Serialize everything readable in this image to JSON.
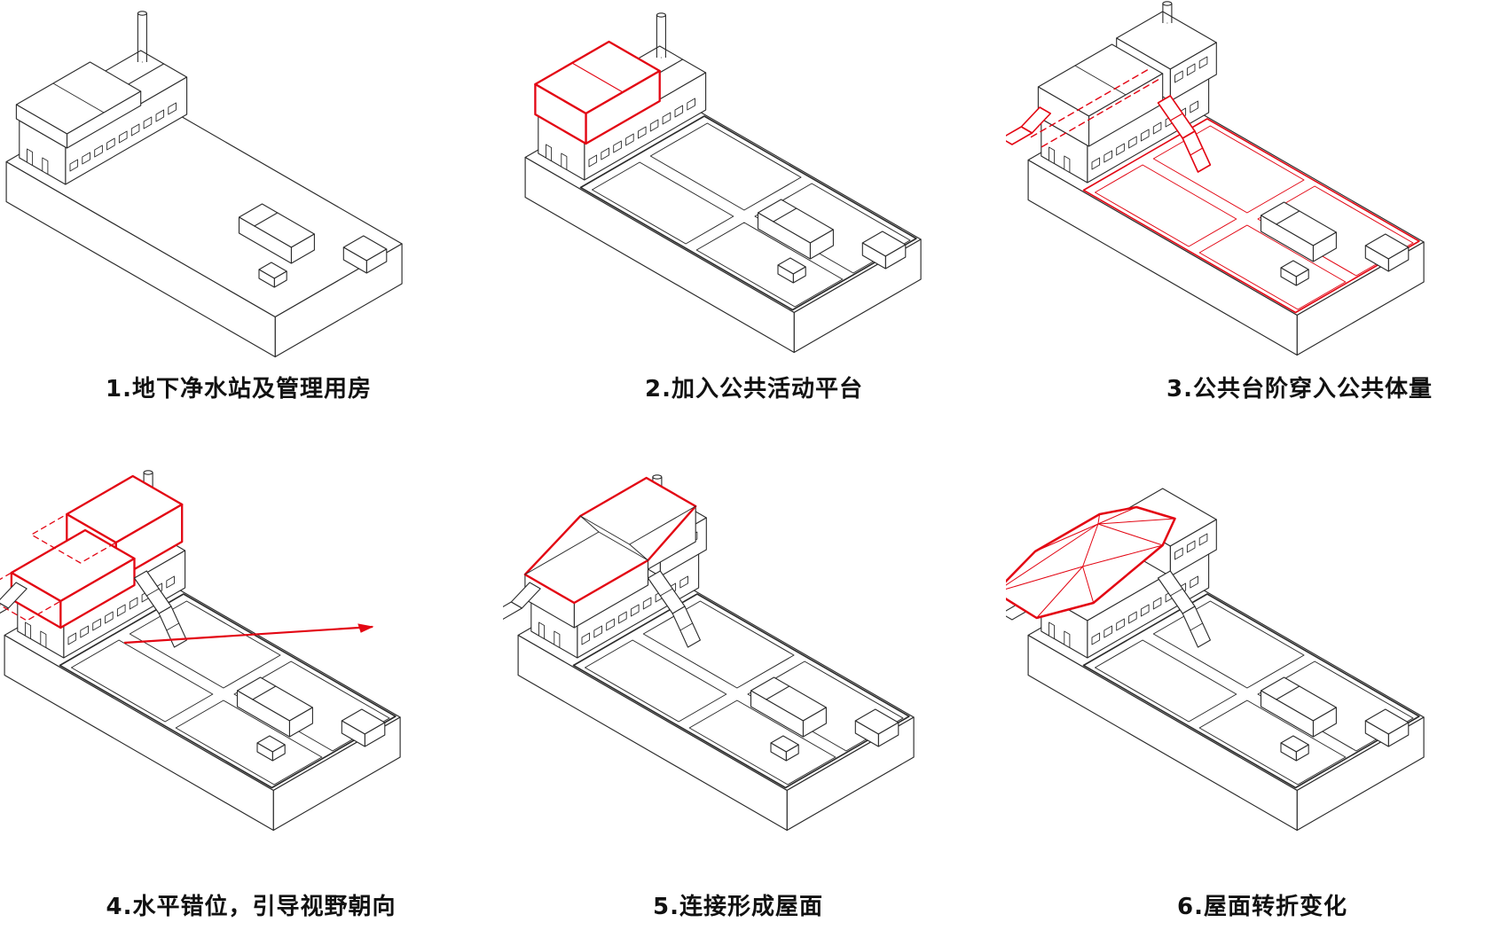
{
  "page": {
    "background": "#ffffff"
  },
  "colors": {
    "line": "#2b2b2b",
    "accent_red": "#e30613",
    "caption_color": "#111111",
    "face_fill": "#ffffff"
  },
  "steps": [
    {
      "num": "1",
      "caption": "1.地下净水站及管理用房"
    },
    {
      "num": "2",
      "caption": "2.加入公共活动平台"
    },
    {
      "num": "3",
      "caption": "3.公共台阶穿入公共体量"
    },
    {
      "num": "4",
      "caption": "4.水平错位，引导视野朝向"
    },
    {
      "num": "5",
      "caption": "5.连接形成屋面"
    },
    {
      "num": "6",
      "caption": "6.屋面转折变化"
    }
  ],
  "figure": {
    "type": "axonometric-design-sequence",
    "rows": 2,
    "cols": 3
  }
}
